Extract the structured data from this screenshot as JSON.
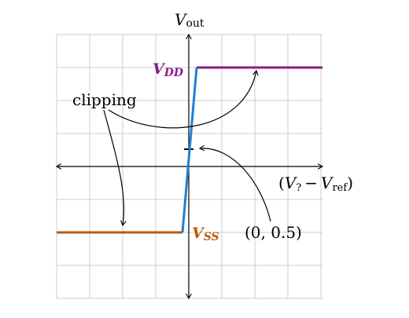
{
  "labels": {
    "y_axis": "V",
    "y_axis_sub": "out",
    "x_axis_open": "(",
    "x_axis_v1": "V",
    "x_axis_v1_sub": "?",
    "x_axis_minus": "−",
    "x_axis_v2": "V",
    "x_axis_v2_sub": "ref",
    "x_axis_close": ")",
    "vdd": "V",
    "vdd_sub": "DD",
    "vss": "V",
    "vss_sub": "SS",
    "clipping": "clipping",
    "point": "(0, 0.5)"
  },
  "colors": {
    "vdd": "#8b1a8b",
    "vss": "#b85c0f",
    "transition": "#1f7fd6",
    "grid": "#cccccc",
    "axis": "#000000"
  }
}
